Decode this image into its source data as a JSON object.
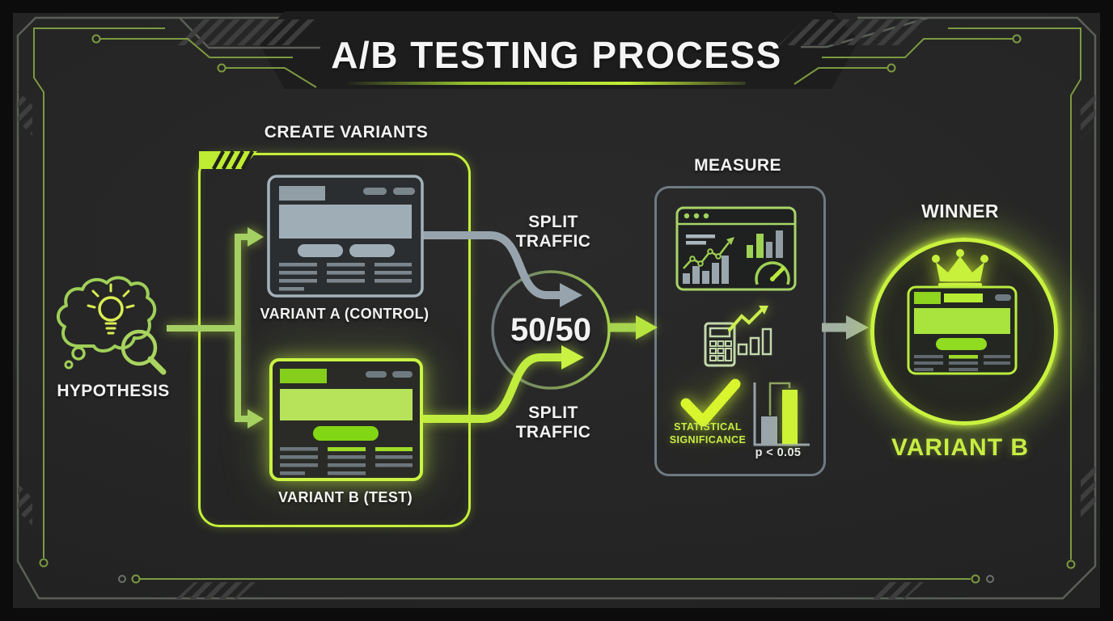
{
  "title": "A/B TESTING PROCESS",
  "colors": {
    "panel_background": "#242424",
    "accent_green": "#c3ee3c",
    "pale_green": "#9ecf52",
    "control_gray": "#9fadb6",
    "frame_gray": "#5a5f57",
    "circuit_green": "#7c9a40",
    "text_white": "#f2f2f2"
  },
  "stages": {
    "hypothesis": {
      "label": "HYPOTHESIS",
      "icon": "thought-bubble-lightbulb-magnifier-icon"
    },
    "create_variants": {
      "label": "CREATE VARIANTS",
      "variant_a": {
        "label": "VARIANT A (CONTROL)",
        "icon": "browser-wireframe-gray-icon"
      },
      "variant_b": {
        "label": "VARIANT B (TEST)",
        "icon": "browser-wireframe-green-icon"
      }
    },
    "split_traffic": {
      "label_top": "SPLIT TRAFFIC",
      "label_bottom": "SPLIT TRAFFIC",
      "ratio": "50/50"
    },
    "measure": {
      "label": "MEASURE",
      "icons": [
        "analytics-dashboard-icon",
        "calculator-icon",
        "growth-arrow-icon",
        "checkmark-icon",
        "significance-bar-chart-icon"
      ],
      "significance_label": "STATISTICAL SIGNIFICANCE",
      "p_value": "p < 0.05"
    },
    "winner": {
      "label": "WINNER",
      "result": "VARIANT B",
      "icon": "crowned-webpage-icon"
    }
  }
}
